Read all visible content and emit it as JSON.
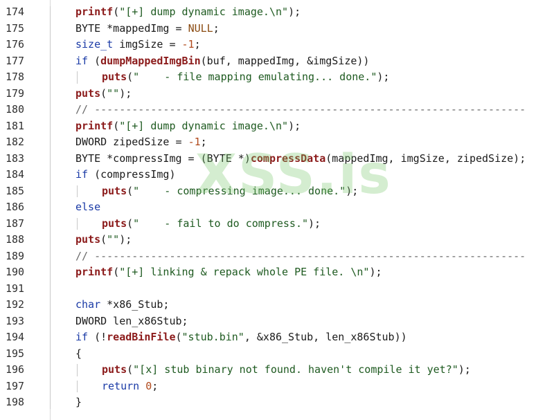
{
  "watermark": "XSS.is",
  "lines": [
    {
      "n": "174",
      "indent": 1,
      "tokens": [
        [
          "fn",
          "printf"
        ],
        [
          "op",
          "("
        ],
        [
          "str",
          "\"[+] dump dynamic image.\\n\""
        ],
        [
          "op",
          ");"
        ]
      ]
    },
    {
      "n": "175",
      "indent": 1,
      "tokens": [
        [
          "id",
          "BYTE *mappedImg = "
        ],
        [
          "const",
          "NULL"
        ],
        [
          "op",
          ";"
        ]
      ]
    },
    {
      "n": "176",
      "indent": 1,
      "tokens": [
        [
          "kw",
          "size_t"
        ],
        [
          "id",
          " imgSize = "
        ],
        [
          "num",
          "-1"
        ],
        [
          "op",
          ";"
        ]
      ]
    },
    {
      "n": "177",
      "indent": 1,
      "tokens": [
        [
          "kw",
          "if"
        ],
        [
          "op",
          " ("
        ],
        [
          "fn",
          "dumpMappedImgBin"
        ],
        [
          "id",
          "(buf, mappedImg, &imgSize))"
        ]
      ]
    },
    {
      "n": "178",
      "indent": 2,
      "tokens": [
        [
          "fn",
          "puts"
        ],
        [
          "op",
          "("
        ],
        [
          "str",
          "\"    - file mapping emulating... done.\""
        ],
        [
          "op",
          ");"
        ]
      ]
    },
    {
      "n": "179",
      "indent": 1,
      "tokens": [
        [
          "fn",
          "puts"
        ],
        [
          "op",
          "("
        ],
        [
          "str",
          "\"\""
        ],
        [
          "op",
          ");"
        ]
      ]
    },
    {
      "n": "180",
      "indent": 1,
      "tokens": [
        [
          "cm",
          "// ---------------------------------------------------------------------"
        ]
      ]
    },
    {
      "n": "181",
      "indent": 1,
      "tokens": [
        [
          "fn",
          "printf"
        ],
        [
          "op",
          "("
        ],
        [
          "str",
          "\"[+] dump dynamic image.\\n\""
        ],
        [
          "op",
          ");"
        ]
      ]
    },
    {
      "n": "182",
      "indent": 1,
      "tokens": [
        [
          "id",
          "DWORD zipedSize = "
        ],
        [
          "num",
          "-1"
        ],
        [
          "op",
          ";"
        ]
      ]
    },
    {
      "n": "183",
      "indent": 1,
      "tokens": [
        [
          "id",
          "BYTE *compressImg = (BYTE *)"
        ],
        [
          "fn",
          "compressData"
        ],
        [
          "id",
          "(mappedImg, imgSize, zipedSize);"
        ]
      ]
    },
    {
      "n": "184",
      "indent": 1,
      "tokens": [
        [
          "kw",
          "if"
        ],
        [
          "id",
          " (compressImg)"
        ]
      ]
    },
    {
      "n": "185",
      "indent": 2,
      "tokens": [
        [
          "fn",
          "puts"
        ],
        [
          "op",
          "("
        ],
        [
          "str",
          "\"    - compressing image... done.\""
        ],
        [
          "op",
          ");"
        ]
      ]
    },
    {
      "n": "186",
      "indent": 1,
      "tokens": [
        [
          "kw",
          "else"
        ]
      ]
    },
    {
      "n": "187",
      "indent": 2,
      "tokens": [
        [
          "fn",
          "puts"
        ],
        [
          "op",
          "("
        ],
        [
          "str",
          "\"    - fail to do compress.\""
        ],
        [
          "op",
          ");"
        ]
      ]
    },
    {
      "n": "188",
      "indent": 1,
      "tokens": [
        [
          "fn",
          "puts"
        ],
        [
          "op",
          "("
        ],
        [
          "str",
          "\"\""
        ],
        [
          "op",
          ");"
        ]
      ]
    },
    {
      "n": "189",
      "indent": 1,
      "tokens": [
        [
          "cm",
          "// ---------------------------------------------------------------------"
        ]
      ]
    },
    {
      "n": "190",
      "indent": 1,
      "tokens": [
        [
          "fn",
          "printf"
        ],
        [
          "op",
          "("
        ],
        [
          "str",
          "\"[+] linking & repack whole PE file. \\n\""
        ],
        [
          "op",
          ");"
        ]
      ]
    },
    {
      "n": "191",
      "indent": 1,
      "tokens": []
    },
    {
      "n": "192",
      "indent": 1,
      "tokens": [
        [
          "kw",
          "char"
        ],
        [
          "id",
          " *x86_Stub;"
        ]
      ]
    },
    {
      "n": "193",
      "indent": 1,
      "tokens": [
        [
          "id",
          "DWORD len_x86Stub;"
        ]
      ]
    },
    {
      "n": "194",
      "indent": 1,
      "tokens": [
        [
          "kw",
          "if"
        ],
        [
          "op",
          " (!"
        ],
        [
          "fn",
          "readBinFile"
        ],
        [
          "op",
          "("
        ],
        [
          "str",
          "\"stub.bin\""
        ],
        [
          "id",
          ", &x86_Stub, len_x86Stub))"
        ]
      ]
    },
    {
      "n": "195",
      "indent": 1,
      "tokens": [
        [
          "op",
          "{"
        ]
      ]
    },
    {
      "n": "196",
      "indent": 2,
      "tokens": [
        [
          "fn",
          "puts"
        ],
        [
          "op",
          "("
        ],
        [
          "str",
          "\"[x] stub binary not found. haven't compile it yet?\""
        ],
        [
          "op",
          ");"
        ]
      ]
    },
    {
      "n": "197",
      "indent": 2,
      "tokens": [
        [
          "kw",
          "return"
        ],
        [
          "id",
          " "
        ],
        [
          "num",
          "0"
        ],
        [
          "op",
          ";"
        ]
      ]
    },
    {
      "n": "198",
      "indent": 1,
      "tokens": [
        [
          "op",
          "}"
        ]
      ]
    }
  ]
}
